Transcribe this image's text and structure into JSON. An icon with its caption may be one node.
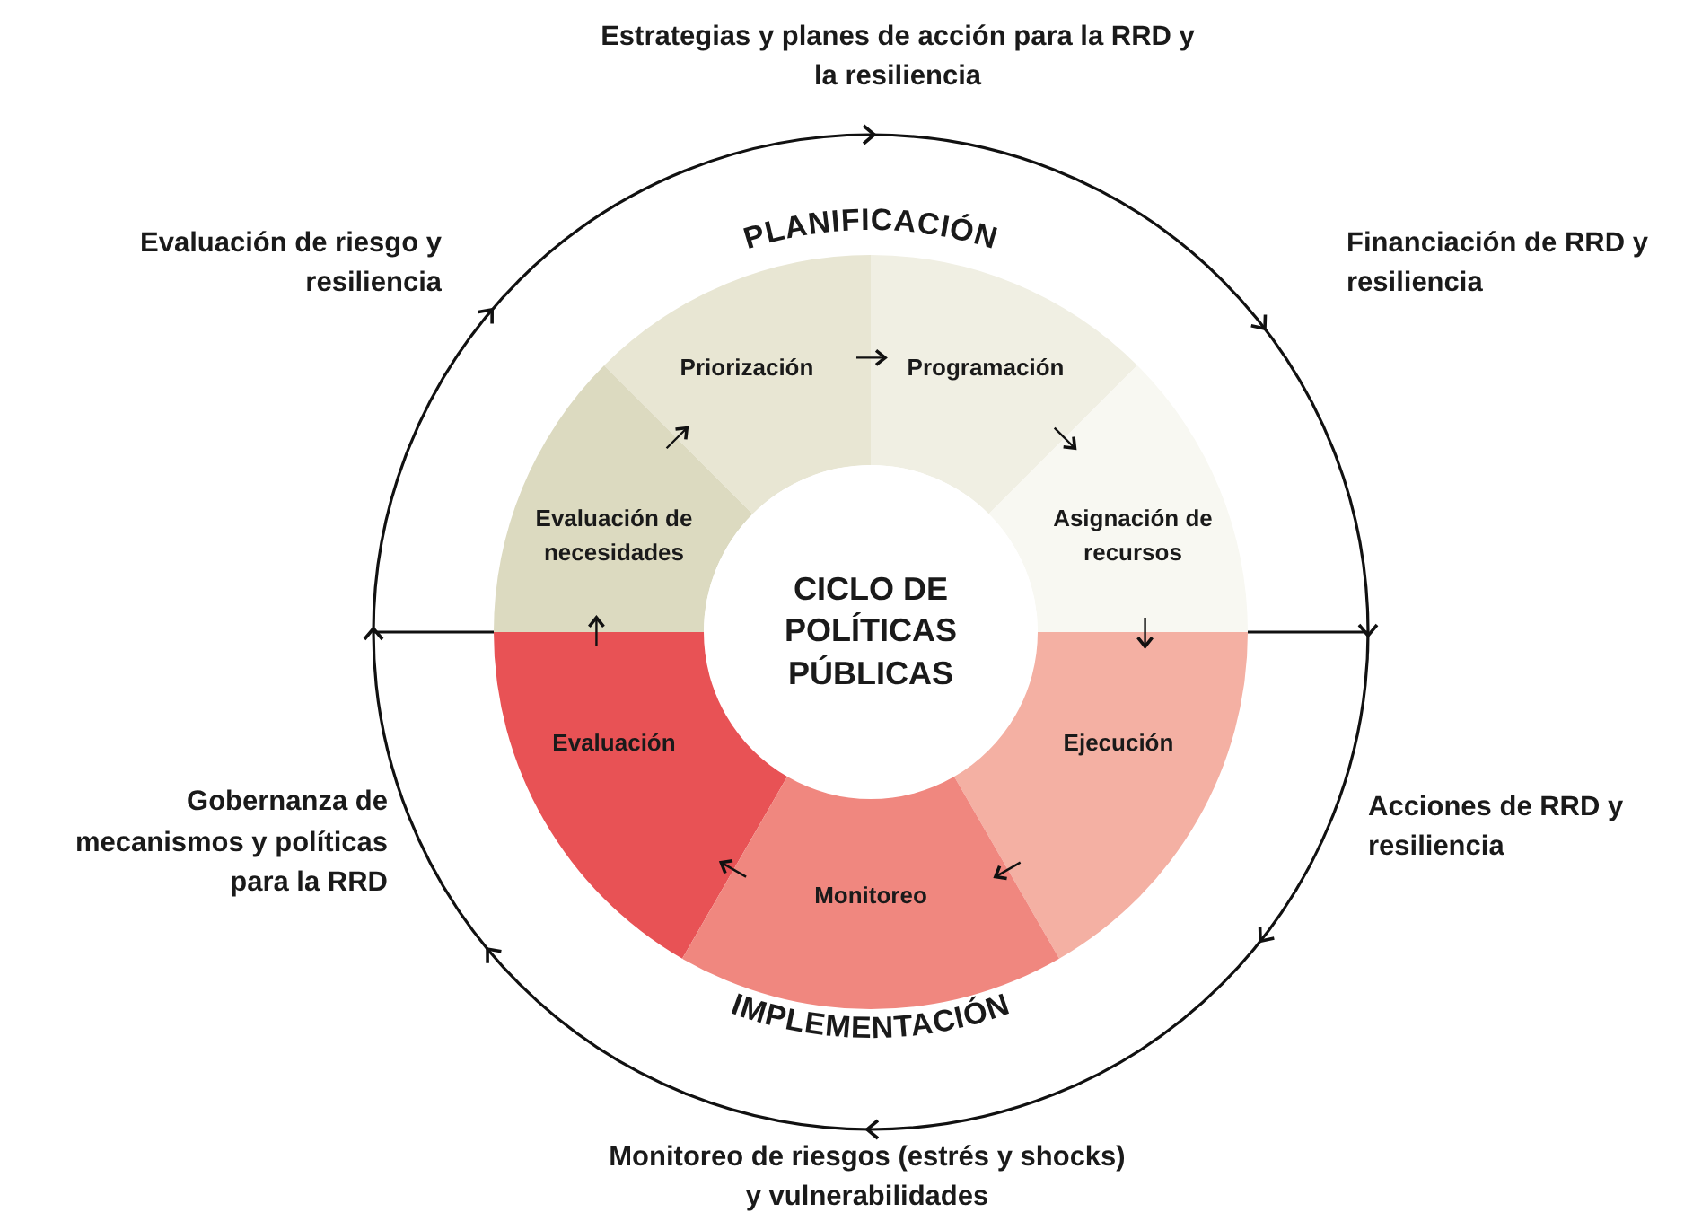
{
  "diagram": {
    "nodes": [
      {
        "text": [
          "Estrategias y planes de acción para la RRD y la resiliencia"
        ]
      },
      {
        "text": [
          "Evaluación de riesgo y resiliencia"
        ]
      },
      {
        "text": [
          "Financiación de RRD y resiliencia"
        ]
      },
      {
        "text": [
          "Priorización"
        ]
      },
      {
        "text": [
          "Programación"
        ]
      },
      {
        "text": [
          "Evaluación de necesidades"
        ]
      },
      {
        "text": [
          "Asignación de recursos"
        ]
      },
      {
        "text": [
          "CICLO DE POLÍTICAS PÚBLICAS"
        ]
      },
      {
        "text": [
          "Evaluación"
        ]
      },
      {
        "text": [
          "Ejecución"
        ]
      },
      {
        "text": [
          "Gobernanza de mecanismos y políticas para la RRD"
        ]
      },
      {
        "text": [
          "Acciones de RRD y resiliencia"
        ]
      },
      {
        "text": [
          "Monitoreo"
        ]
      },
      {
        "text": [
          "Monitoreo de riesgos (estrés y shocks) y vulnerabilidades"
        ]
      }
    ],
    "edges": [
      {
        "from": 8,
        "to": 5,
        "arrow": "to"
      },
      {
        "from": 5,
        "to": 3,
        "arrow": "to"
      },
      {
        "from": 3,
        "to": 4,
        "arrow": "to"
      },
      {
        "from": 4,
        "to": 6,
        "arrow": "to"
      },
      {
        "from": 6,
        "to": 9,
        "arrow": "to"
      },
      {
        "from": 9,
        "to": 12,
        "arrow": "to"
      },
      {
        "from": 12,
        "to": 8,
        "arrow": "to"
      }
    ],
    "labels": [
      "PLANIFICACIÓN",
      "IMPLEMENTACIÓN"
    ]
  }
}
